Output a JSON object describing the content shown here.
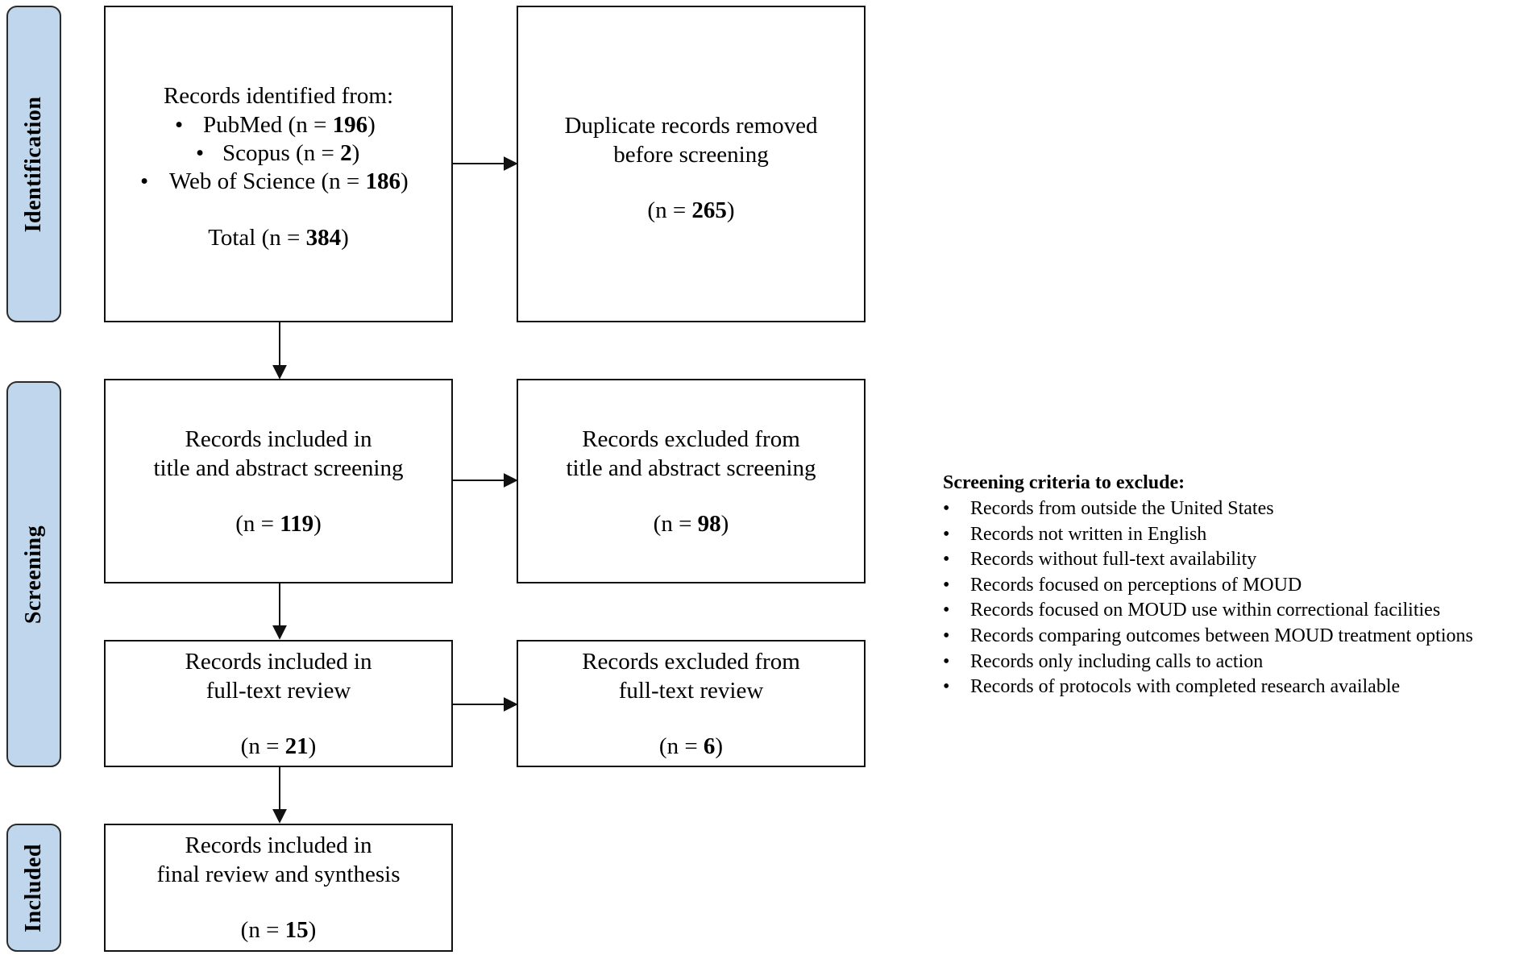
{
  "phases": {
    "identification": "Identification",
    "screening": "Screening",
    "included": "Included"
  },
  "boxes": {
    "identified": {
      "heading": "Records identified  from:",
      "sources": [
        {
          "name": "PubMed",
          "count": "196"
        },
        {
          "name": "Scopus",
          "count": "2"
        },
        {
          "name": "Web of Science",
          "count": "186"
        }
      ],
      "total_label": "Total",
      "total_count": "384"
    },
    "duplicates": {
      "line1": "Duplicate records removed",
      "line2": "before screening",
      "count": "265"
    },
    "title_abstract_included": {
      "line1": "Records included in",
      "line2": "title and abstract screening",
      "count": "119"
    },
    "title_abstract_excluded": {
      "line1": "Records excluded from",
      "line2": "title and abstract screening",
      "count": "98"
    },
    "fulltext_included": {
      "line1": "Records included in",
      "line2": "full-text review",
      "count": "21"
    },
    "fulltext_excluded": {
      "line1": "Records excluded from",
      "line2": "full-text review",
      "count": "6"
    },
    "final": {
      "line1": "Records included in",
      "line2": "final review and synthesis",
      "count": "15"
    }
  },
  "criteria": {
    "title": "Screening criteria to  exclude:",
    "bullet": "•",
    "items": [
      "Records from  outside the United States",
      "Records not written  in English",
      "Records without full-text  availability",
      "Records focused on perceptions of MOUD",
      "Records focused on MOUD  use within correctional  facilities",
      "Records comparing  outcomes between MOUD  treatment options",
      "Records only including  calls to action",
      "Records of protocols with completed research available"
    ]
  }
}
